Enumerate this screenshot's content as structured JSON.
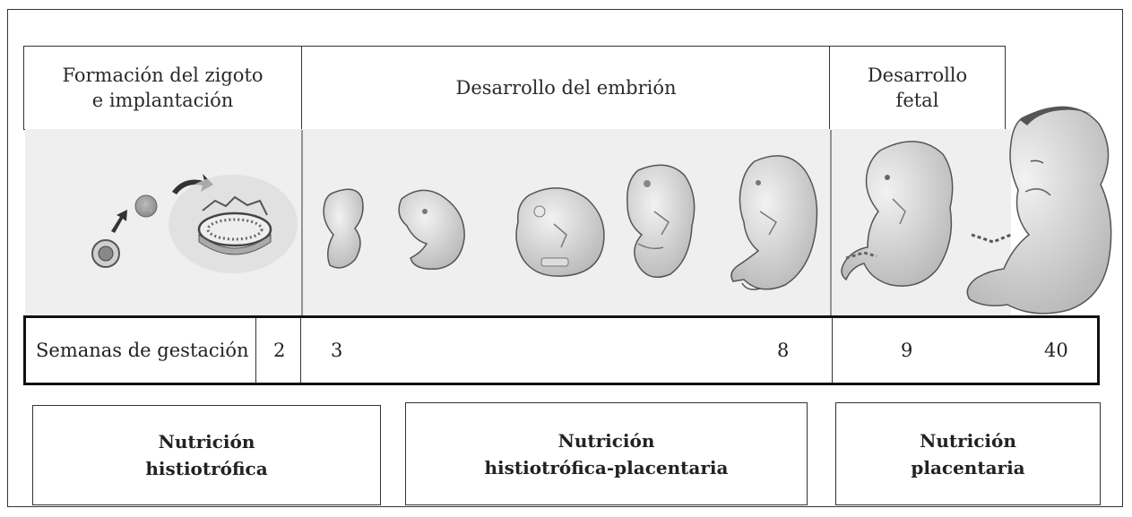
{
  "stages": {
    "zygote": "Formación del zigoto\ne implantación",
    "embryo": "Desarrollo del embrión",
    "fetal": "Desarrollo\nfetal"
  },
  "weeks": {
    "label": "Semanas de gestación",
    "w2": "2",
    "w3": "3",
    "w8": "8",
    "w9": "9",
    "w40": "40"
  },
  "nutrition": {
    "histiotrophic": "Nutrición\nhistiotrófica",
    "mixed": "Nutrición\nhistiotrófica-placentaria",
    "placental": "Nutrición\nplacentaria"
  }
}
